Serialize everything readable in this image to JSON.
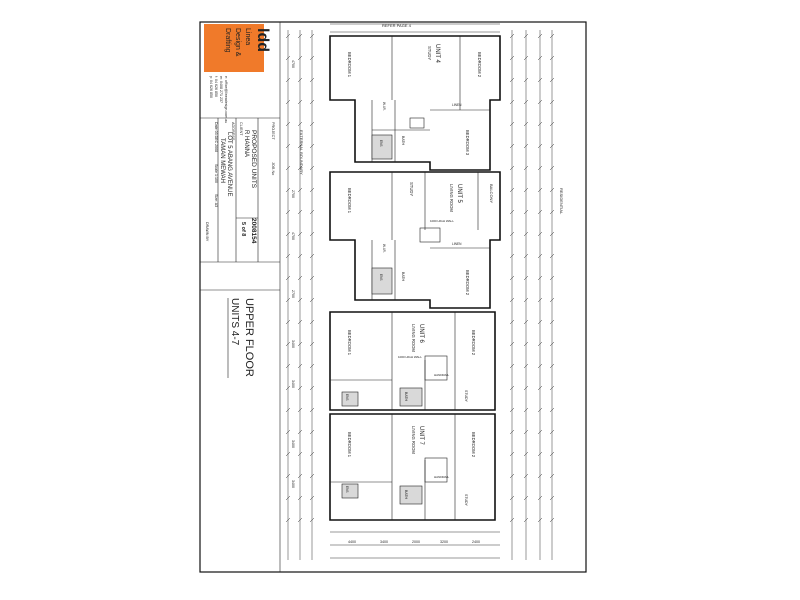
{
  "company": {
    "logo_letters": "ldd",
    "name_line1": "Linea",
    "name_line2": "Design &",
    "name_line3": "Drafting",
    "contact": [
      "p: 04 626 850",
      "f: 04 626 850",
      "m: 0408 271 237",
      "e: office@lineadesign.com.au"
    ],
    "brand_color": "#f07a2a"
  },
  "title_block": {
    "project_label": "PROJECT",
    "project": "PROPOSED UNITS",
    "client_label": "CLIENT",
    "client": "R HANNA",
    "address_label": "ADDRESS",
    "address_line1": "LOT 5 ABANG AVENUE",
    "address_line2": "TAMAN MEWAH",
    "job_label": "JOB No",
    "job_no": "2008154",
    "sheet_label": "SHEET",
    "sheet": "5 of 8",
    "scale_label": "Scale 1:100",
    "size_label": "Size: A3",
    "drawn_label": "DRAWN BY",
    "date_label": "Date 03 DEC 2008"
  },
  "drawing": {
    "title": "UPPER FLOOR",
    "subtitle": "UNITS 4-7",
    "top_note": "REFER PAGE 4",
    "boundary_left": "EXTERNAL BOUNDARY",
    "boundary_right": "RESIDENTIAL"
  },
  "units": [
    {
      "name": "UNIT 4",
      "rooms": [
        "BEDROOM 1",
        "STUDY",
        "BEDROOM 2",
        "BEDROOM 3",
        "BATH",
        "LINEN",
        "W.I.R.",
        "ENS"
      ]
    },
    {
      "name": "UNIT 5",
      "rooms": [
        "BEDROOM 1",
        "STUDY",
        "LIVING ROOM",
        "BALCONY",
        "BEDROOM 2",
        "BATH",
        "LINEN",
        "W.I.R.",
        "ENS"
      ]
    },
    {
      "name": "UNIT 6",
      "rooms": [
        "BEDROOM 1",
        "LIVING ROOM",
        "BEDROOM 2",
        "STUDY",
        "BATH",
        "ENS"
      ]
    },
    {
      "name": "UNIT 7",
      "rooms": [
        "BEDROOM 1",
        "LIVING ROOM",
        "BEDROOM 2",
        "STUDY",
        "BATH",
        "ENS"
      ]
    }
  ],
  "dims_left": [
    "4700",
    "2700",
    "4700",
    "2700",
    "3400",
    "3400",
    "3400",
    "3400"
  ],
  "dims_bottom": [
    "4400",
    "3400",
    "2000",
    "3200",
    "2400"
  ],
  "notes": [
    "1000 HIGH WALL",
    "1000 HIGH WALL",
    "HANDRAIL",
    "HANDRAIL"
  ]
}
